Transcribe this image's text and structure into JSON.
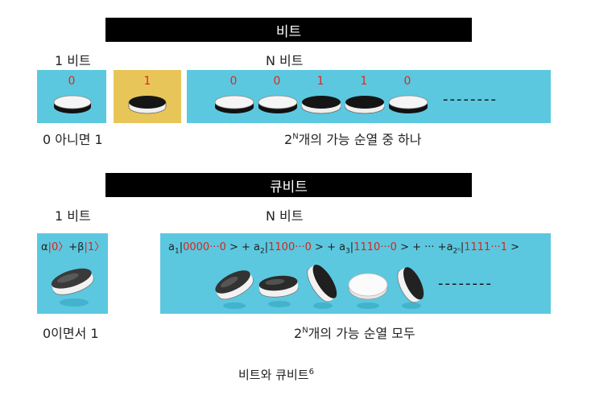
{
  "bit_section": {
    "banner": "비트",
    "one_bit_label": "1 비트",
    "n_bit_label": "N 비트",
    "panel1_digit": "0",
    "panel2_digit": "1",
    "nbit_digits": [
      "0",
      "0",
      "1",
      "1",
      "0"
    ],
    "dashes": "--------",
    "desc_left": "0 아니면 1",
    "desc_right_prefix": "2",
    "desc_right_sup": "N",
    "desc_right_rest": "개의 가능 순열 중 하나"
  },
  "qubit_section": {
    "banner": "큐비트",
    "one_bit_label": "1 비트",
    "n_bit_label": "N 비트",
    "state_formula": {
      "alpha": "α",
      "ket0": "|0〉",
      "plus_beta": "+β",
      "ket1": "|1〉"
    },
    "n_formula": {
      "a1": "a",
      "a1_sub": "1",
      "t1_open": "|",
      "t1_bits": "0000···0",
      "t1_close": " > + ",
      "a2": "a",
      "a2_sub": "2",
      "t2_open": "|",
      "t2_bits": "1100···0",
      "t2_close": " > + ",
      "a3": "a",
      "a3_sub": "3",
      "t3_open": "|",
      "t3_bits": "1110···0",
      "t3_close": " > + ··· +",
      "an": "a",
      "an_sub": "2ⁿ",
      "tn_open": "|",
      "tn_bits": "1111···1",
      "tn_close": " >"
    },
    "dashes": "--------",
    "desc_left": "0이면서 1",
    "desc_right_prefix": "2",
    "desc_right_sup": "N",
    "desc_right_rest": "개의 가능 순열 모두"
  },
  "caption": {
    "text": "비트와 큐비트",
    "sup": "6"
  },
  "colors": {
    "panel_cyan": "#5bc8df",
    "panel_gold": "#e8c558",
    "banner_black": "#000000",
    "digit_red": "#e0261f"
  }
}
